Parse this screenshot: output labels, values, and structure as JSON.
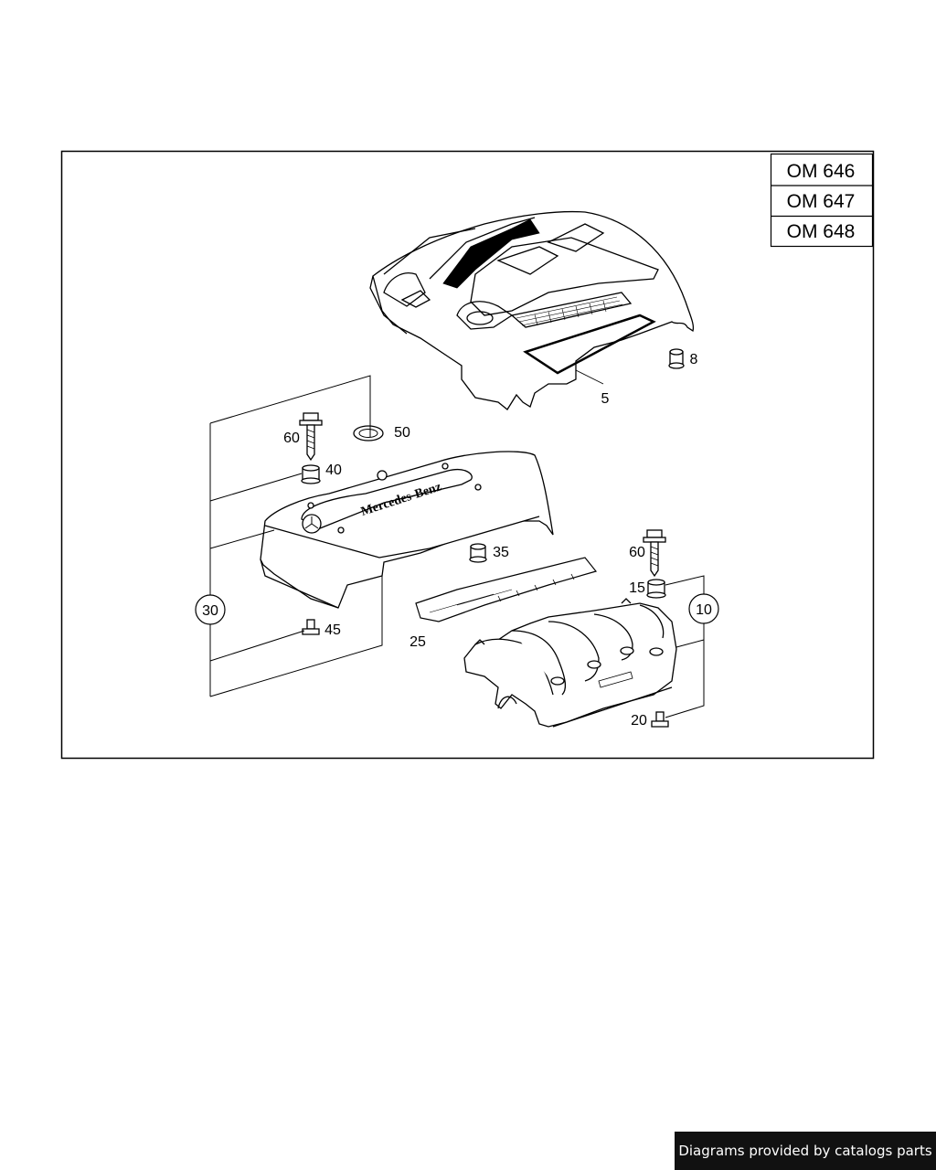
{
  "engine_codes": [
    "OM 646",
    "OM 647",
    "OM 648"
  ],
  "parts": {
    "p5": "5",
    "p8": "8",
    "p10": "10",
    "p15": "15",
    "p20": "20",
    "p25": "25",
    "p30": "30",
    "p35": "35",
    "p40": "40",
    "p45": "45",
    "p50": "50",
    "p60_left": "60",
    "p60_right": "60"
  },
  "cover_logo_text": "Mercedes-Benz",
  "footer": {
    "text": "Diagrams provided by catalogs parts"
  }
}
